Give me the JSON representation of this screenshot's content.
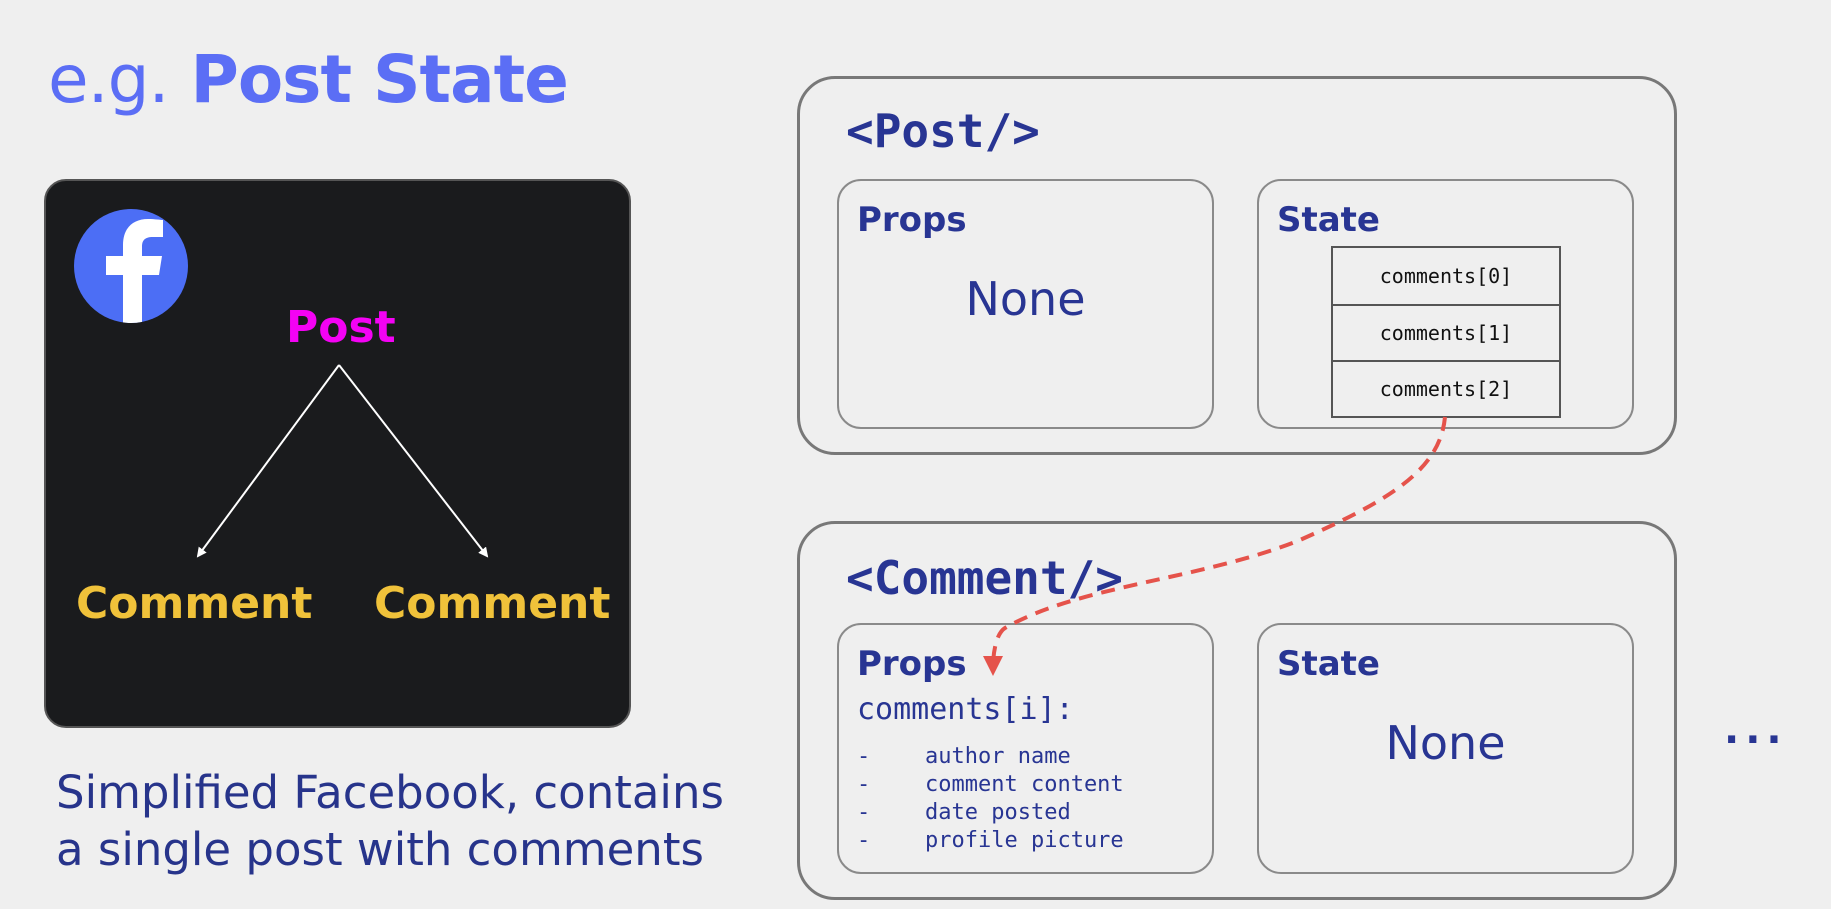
{
  "title": {
    "prefix": "e.g.",
    "main": "Post State"
  },
  "colors": {
    "title": "#5b6ef5",
    "text_dark_blue": "#283593",
    "post_label": "#f402f4",
    "comment_label": "#f0c23a",
    "facebook_blue": "#4c6ef5",
    "connector_red": "#e5534b"
  },
  "facebook_panel": {
    "logo_icon": "facebook-logo-icon",
    "post_label": "Post",
    "comment_labels": [
      "Comment",
      "Comment"
    ]
  },
  "caption": {
    "lines": [
      "Simplified Facebook, contains",
      "a single post with comments"
    ]
  },
  "post_component": {
    "name": "<Post/>",
    "props": {
      "title": "Props",
      "value": "None"
    },
    "state": {
      "title": "State",
      "items": [
        "comments[0]",
        "comments[1]",
        "comments[2]"
      ]
    }
  },
  "comment_component": {
    "name": "<Comment/>",
    "props": {
      "title": "Props",
      "prop_name": "comments[i]:",
      "fields": [
        {
          "bullet": "-",
          "label": "author name"
        },
        {
          "bullet": "-",
          "label": "comment content"
        },
        {
          "bullet": "-",
          "label": "date posted"
        },
        {
          "bullet": "-",
          "label": "profile picture"
        }
      ]
    },
    "state": {
      "title": "State",
      "value": "None"
    }
  },
  "ellipsis": "..."
}
